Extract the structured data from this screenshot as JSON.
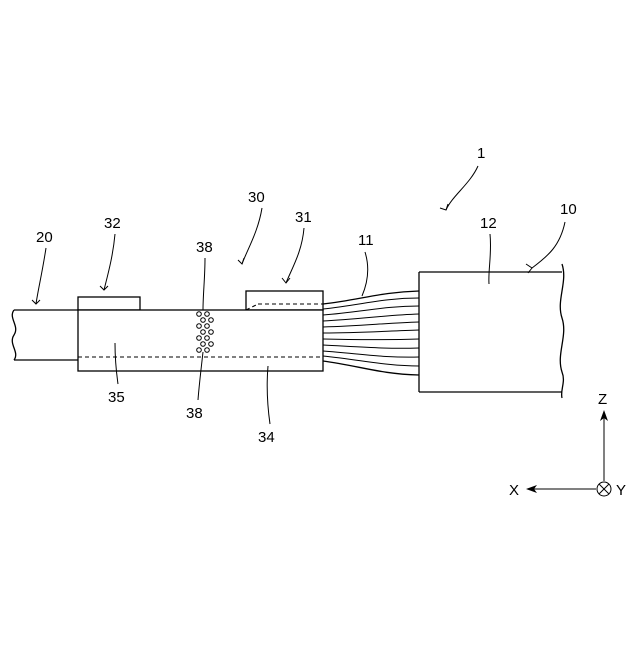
{
  "figure": {
    "labels": {
      "assembly": "1",
      "cable": "10",
      "conductors": "11",
      "sheath": "12",
      "wire": "20",
      "connection": "30",
      "electrode_right": "31",
      "electrode_left": "32",
      "tube": "34",
      "joint": "35",
      "holes_top": "38",
      "holes_bottom": "38"
    },
    "axes": {
      "z": "Z",
      "x": "X",
      "y": "Y"
    }
  }
}
